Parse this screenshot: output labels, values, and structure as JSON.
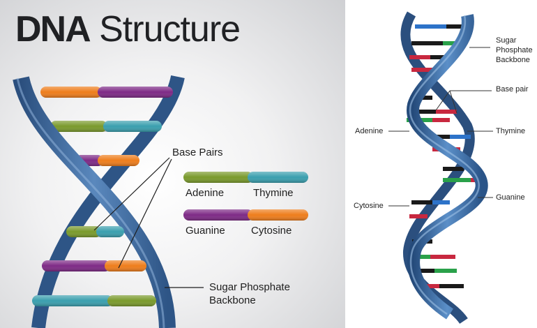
{
  "left": {
    "title_bold": "DNA",
    "title_rest": " Structure",
    "labels": {
      "base_pairs": "Base Pairs",
      "sugar_phosphate_backbone": [
        "Sugar Phosphate",
        "Backbone"
      ]
    },
    "legend": [
      {
        "left": "Adenine",
        "right": "Thymine",
        "left_color": "#7a9a2c",
        "right_color": "#3a9fae"
      },
      {
        "left": "Guanine",
        "right": "Cytosine",
        "left_color": "#7e2a86",
        "right_color": "#ee7d1c"
      }
    ]
  },
  "right": {
    "labels": {
      "sugar_phosphate_backbone": [
        "Sugar",
        "Phosphate",
        "Backbone"
      ],
      "base_pair": "Base pair",
      "adenine": "Adenine",
      "thymine": "Thymine",
      "cytosine": "Cytosine",
      "guanine": "Guanine"
    }
  },
  "colors": {
    "backbone": "#3f6fa6",
    "backbone_dark": "#2b4f7e",
    "adenine_left": "#7a9a2c",
    "thymine": "#3a9fae",
    "guanine": "#7e2a86",
    "cytosine": "#ee7d1c",
    "right_base_blue": "#2d73c9",
    "right_base_black": "#1a1a1a",
    "right_base_green": "#2aa14a",
    "right_base_red": "#c8283f"
  },
  "icons": {
    "left_diagram": "dna-double-helix-icon",
    "right_diagram": "dna-double-helix-icon"
  }
}
